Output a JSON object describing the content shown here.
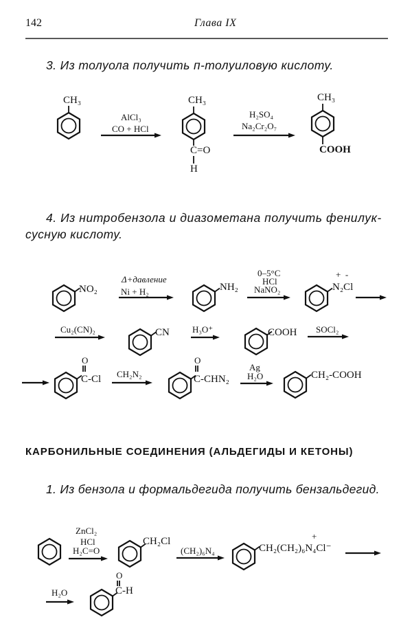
{
  "header": {
    "page_number": "142",
    "chapter": "Глава IX"
  },
  "section3": {
    "title": "3. Из толуола получить п-толуиловую кислоту.",
    "toluene_sub": "CH₃",
    "step1_reagent_top": "AlCl₃",
    "step1_reagent_bottom": "CO + HCl",
    "aldehyde_sub_top": "CH₃",
    "aldehyde_group": "C=O",
    "aldehyde_h": "H",
    "step2_reagent_top": "H₂SO₄",
    "step2_reagent_bottom": "Na₂Cr₂O₇",
    "acid_sub_top": "CH₃",
    "acid_group": "COOH"
  },
  "section4": {
    "title_line1": "4. Из нитробензола и диазометана получить фенилук-",
    "title_line2": "сусную кислоту.",
    "nitro": "NO₂",
    "step1_top": "Δ+давление",
    "step1_bottom": "Ni + H₂",
    "amine": "NH₂",
    "step2_line1": "0–5°C",
    "step2_line2": "HCl",
    "step2_line3": "NaNO₂",
    "diazonium_charges": "+  -",
    "diazonium": "N₂Cl",
    "step3": "Cu₂(CN)₂",
    "nitrile": "CN",
    "step4": "H₃O⁺",
    "benzoic": "COOH",
    "step5": "SOCl₂",
    "acyl_o": "O",
    "acyl_chloride": "C-Cl",
    "step6": "CH₂N₂",
    "diazoketone_o": "O",
    "diazoketone": "C-CHN₂",
    "step7_top": "Ag",
    "step7_bottom": "H₂O",
    "product": "CH₂-COOH"
  },
  "carbonyl": {
    "heading": "КАРБОНИЛЬНЫЕ СОЕДИНЕНИЯ (АЛЬДЕГИДЫ И КЕТОНЫ)",
    "title": "1. Из бензола и формальдегида получить бензальдегид.",
    "step1_line1": "ZnCl₂",
    "step1_line2": "HCl",
    "step1_line3": "H₂C=O",
    "benzyl_chloride": "CH₂Cl",
    "step2": "(CH₂)₆N₄",
    "salt_charge": "+",
    "salt": "CH₂(CH₂)₆N₄Cl⁻",
    "step3": "H₂O",
    "aldehyde_o": "O",
    "aldehyde": "C-H"
  }
}
